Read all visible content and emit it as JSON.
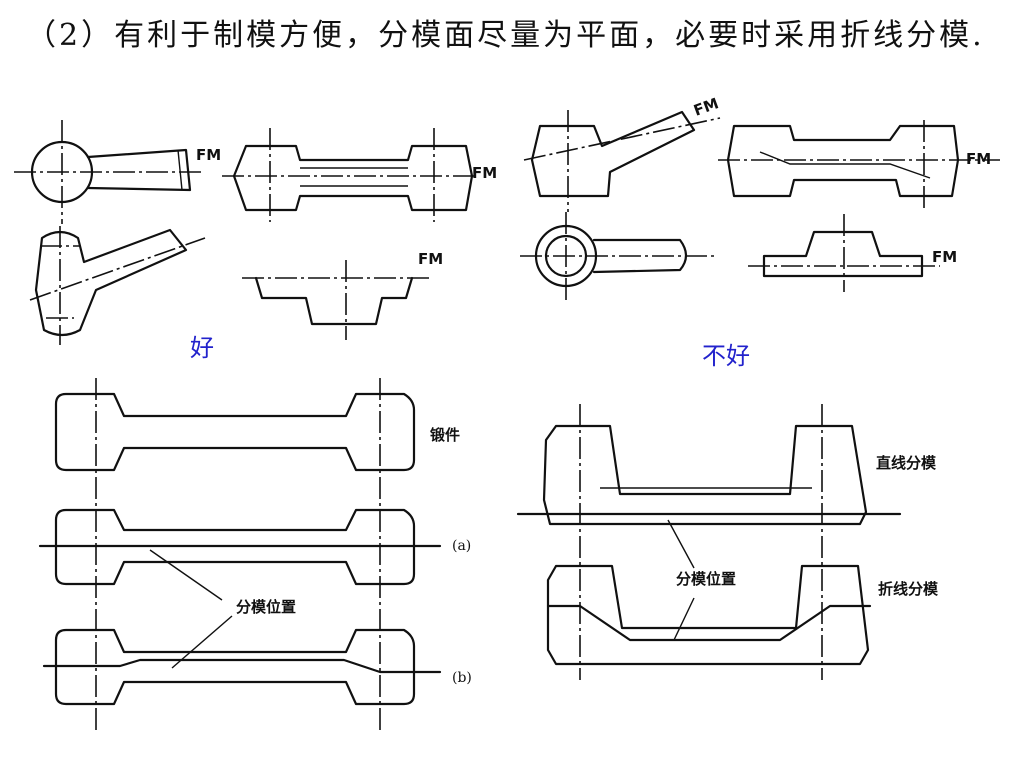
{
  "title": "（2）有利于制模方便，分模面尽量为平面，必要时采用折线分模.",
  "labels": {
    "fm": "FM",
    "good": "好",
    "bad": "不好",
    "forging": "锻件",
    "a": "(a)",
    "b": "(b)",
    "parting_position_left": "分模位置",
    "parting_position_right": "分模位置",
    "straight_parting": "直线分模",
    "folded_parting": "折线分模"
  },
  "colors": {
    "line": "#111111",
    "accent": "#2222cc"
  }
}
